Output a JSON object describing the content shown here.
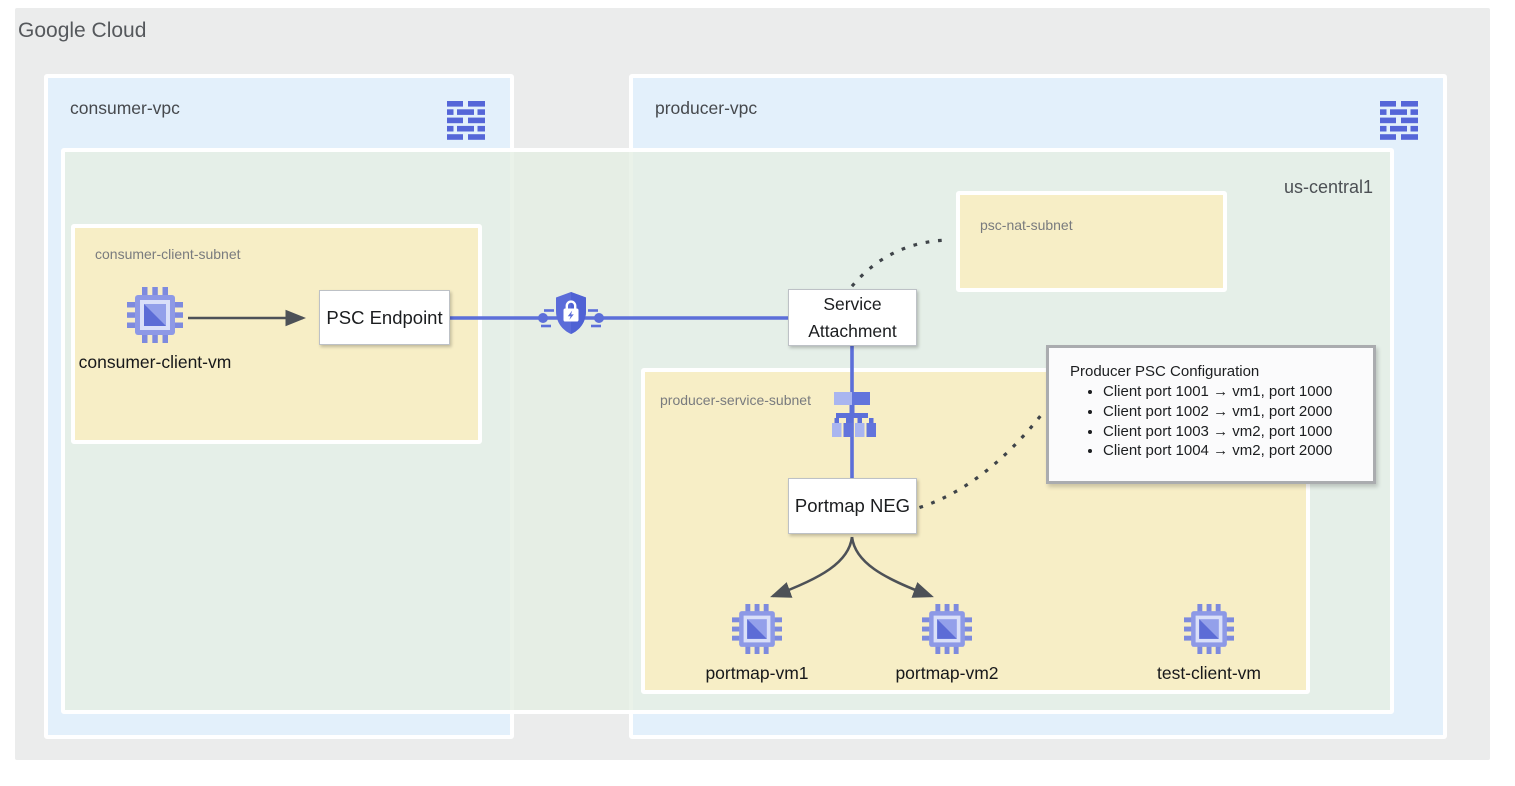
{
  "google_cloud": {
    "title": "Google Cloud"
  },
  "consumer_vpc": {
    "label": "consumer-vpc",
    "icon": "vpc-network-icon"
  },
  "producer_vpc": {
    "label": "producer-vpc",
    "icon": "vpc-network-icon"
  },
  "region": {
    "label": "us-central1"
  },
  "subnets": {
    "consumer_client": {
      "label": "consumer-client-subnet"
    },
    "psc_nat": {
      "label": "psc-nat-subnet"
    },
    "producer_service": {
      "label": "producer-service-subnet"
    }
  },
  "nodes": {
    "consumer_client_vm": {
      "label": "consumer-client-vm",
      "icon": "compute-engine-icon"
    },
    "psc_endpoint": {
      "label": "PSC Endpoint"
    },
    "psc_connection": {
      "icon": "private-service-connect-shield-icon"
    },
    "service_attachment": {
      "label": "Service Attachment"
    },
    "load_balancer": {
      "icon": "load-balancer-icon"
    },
    "portmap_neg": {
      "label": "Portmap NEG"
    },
    "portmap_vm1": {
      "label": "portmap-vm1",
      "icon": "compute-engine-icon"
    },
    "portmap_vm2": {
      "label": "portmap-vm2",
      "icon": "compute-engine-icon"
    },
    "test_client_vm": {
      "label": "test-client-vm",
      "icon": "compute-engine-icon"
    }
  },
  "config_note": {
    "title": "Producer PSC Configuration",
    "bullets": [
      "Client port 1001 → vm1, port 1000",
      "Client port 1002 → vm1, port 2000",
      "Client port 1003 → vm2, port 1000",
      "Client port 1004 → vm2, port 2000"
    ]
  },
  "colors": {
    "accent_blue": "#5c6fd9",
    "icon_light_blue": "#a9b5f0",
    "vpc_fill": "#e3f0fb",
    "region_fill": "#e6eee6",
    "subnet_fill": "#f7eec6",
    "frame_fill": "#ebecec",
    "connector_dark": "#4d5157"
  }
}
